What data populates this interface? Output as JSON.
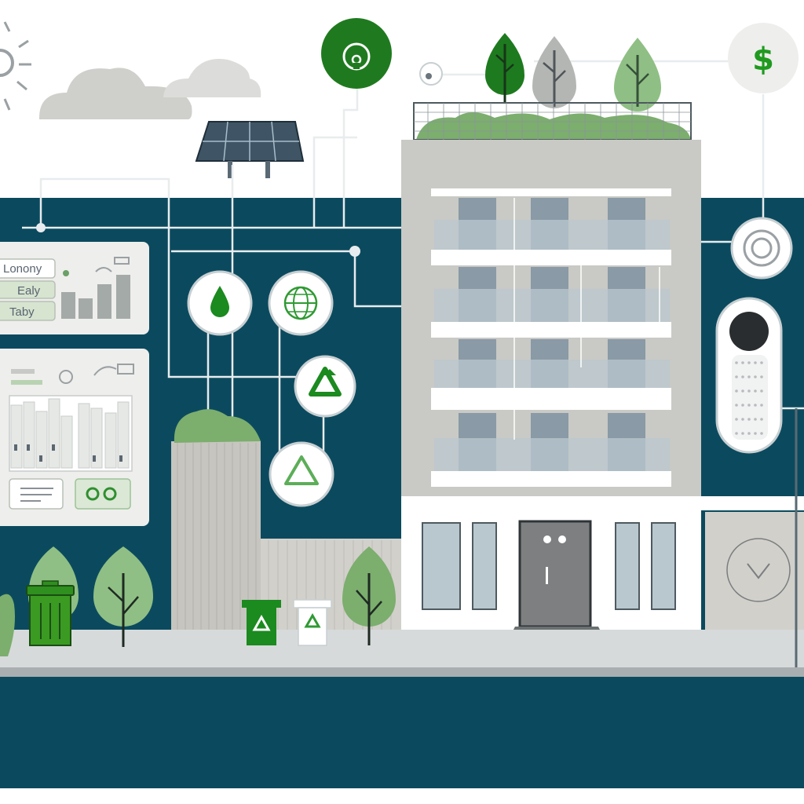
{
  "colors": {
    "navy": "#0b4a5e",
    "sidewalk": "#d7dadb",
    "curb": "#a9aeb0",
    "building": "#c9c9c5",
    "building_dark": "#a8a8a4",
    "white": "#ffffff",
    "window": "#8a9aa6",
    "glass": "#b9c7cf",
    "green": "#1b8a1f",
    "dark_green": "#166b16",
    "leaf_green": "#7cae6e",
    "soft_green": "#8fbf84",
    "grey_leaf": "#b4b6b4",
    "cloud": "#cfcfcc",
    "panel": "#eeeeec",
    "line": "#e8ecee"
  },
  "panel_top": {
    "labels": [
      "Lonony",
      "Ealy",
      "Taby"
    ]
  },
  "price_badge": {
    "symbol": "$"
  },
  "icons": [
    "sun-icon",
    "cloud-icon",
    "solar-panel-icon",
    "signal-icon",
    "water-drop-icon",
    "globe-icon",
    "recycle-icon",
    "dollar-icon",
    "target-icon",
    "smart-speaker-icon",
    "trash-bin-icon",
    "tree-icon",
    "door-icon"
  ]
}
